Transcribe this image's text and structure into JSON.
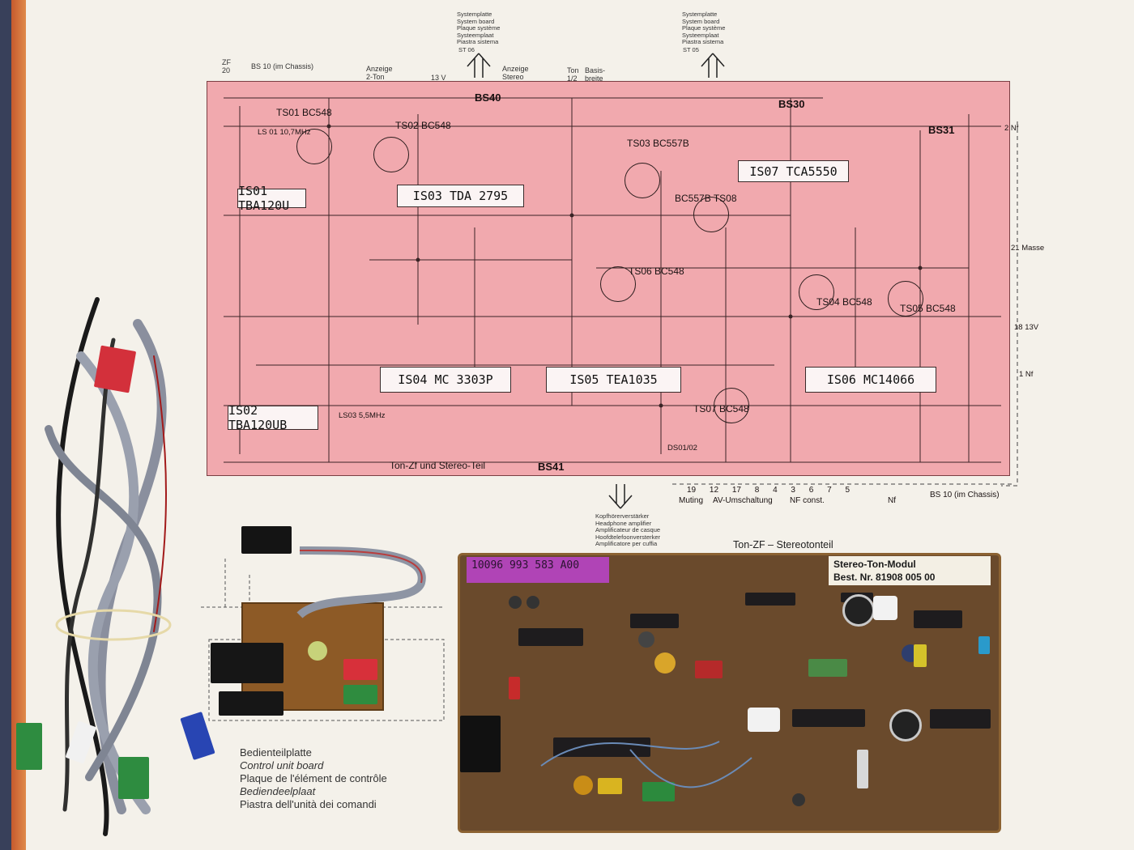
{
  "schematic": {
    "title_top_left_zf": "ZF\n20",
    "bs10_top": "BS 10 (im Chassis)",
    "anzeige_2ton": "Anzeige\n2-Ton",
    "volt_13": "13 V",
    "anzeige_stereo": "Anzeige\nStereo",
    "ton_12": "Ton\n1/2",
    "basisbreite": "Basis-\nbreite",
    "bs40": "BS40",
    "bs30": "BS30",
    "bs31": "BS31",
    "bs41": "BS41",
    "systemplatte_1": "Systemplatte\nSystem board\nPlaque système\nSysteemplaat\nPiastra sistema",
    "st06": "ST 06",
    "systemplatte_2": "Systemplatte\nSystem board\nPlaque système\nSysteemplaat\nPiastra sistema",
    "st05": "ST 05",
    "nf_top": "2  Nf",
    "masse": "21 Masse",
    "v13_right": "18  13V",
    "nf_mid": "1  Nf",
    "ic_tba120_1": "IS01  TBA120U",
    "ic_tda2795": "IS03  TDA 2795",
    "ic_tca5550": "IS07  TCA5550",
    "ic_mc3303": "IS04  MC 3303P",
    "ic_tea1035": "IS05  TEA1035",
    "ic_mc14066": "IS06  MC14066",
    "ic_tba120_2": "IS02  TBA120UB",
    "t_ts01": "TS01\nBC548",
    "t_ts02": "TS02\nBC548",
    "t_ts03": "TS03\nBC557B",
    "t_ts08": "BC557B\nTS08",
    "t_ts06": "TS06\nBC548",
    "t_ts04": "TS04\nBC548",
    "t_ts05": "TS05\nBC548",
    "t_ts07": "TS07\nBC548",
    "ls01": "LS 01\n10,7MHz",
    "ls03": "LS03\n5,5MHz",
    "footer": "Ton-Zf und Stereo-Teil",
    "ds01": "DS01/02",
    "bottom_pins": [
      "19",
      "12",
      "17",
      "8",
      "4",
      "3",
      "6",
      "7",
      "5"
    ],
    "muting": "Muting",
    "av": "AV-Umschaltung",
    "nf_const": "NF const.",
    "nf_bottom": "Nf",
    "bs10_bottom": "BS 10 (im Chassis)",
    "kopfhoerer": "Kopfhörerverstärker\nHeadphone amplifier\nAmplificateur de casque\nHoofdtelefoonversterker\nAmplificatore per cuffia",
    "stereoteil": "Ton-ZF – Stereotonteil"
  },
  "pcb": {
    "label": "Stereo-Ton-Modul\nBest. Nr. 81908 005 00",
    "tag": "10096   993 583 A00"
  },
  "control": {
    "caption_lines": [
      "Bedienteilplatte",
      "Control unit board",
      "Plaque de l'élément de contrôle",
      "Bediendeelplaat",
      "Piastra dell'unità dei comandi"
    ]
  },
  "colors": {
    "background": "#38405a",
    "paper": "#f4f1ea",
    "schematic": "#f1a9ae",
    "pcb": "#6a4a2c",
    "tag": "#b044b6"
  }
}
